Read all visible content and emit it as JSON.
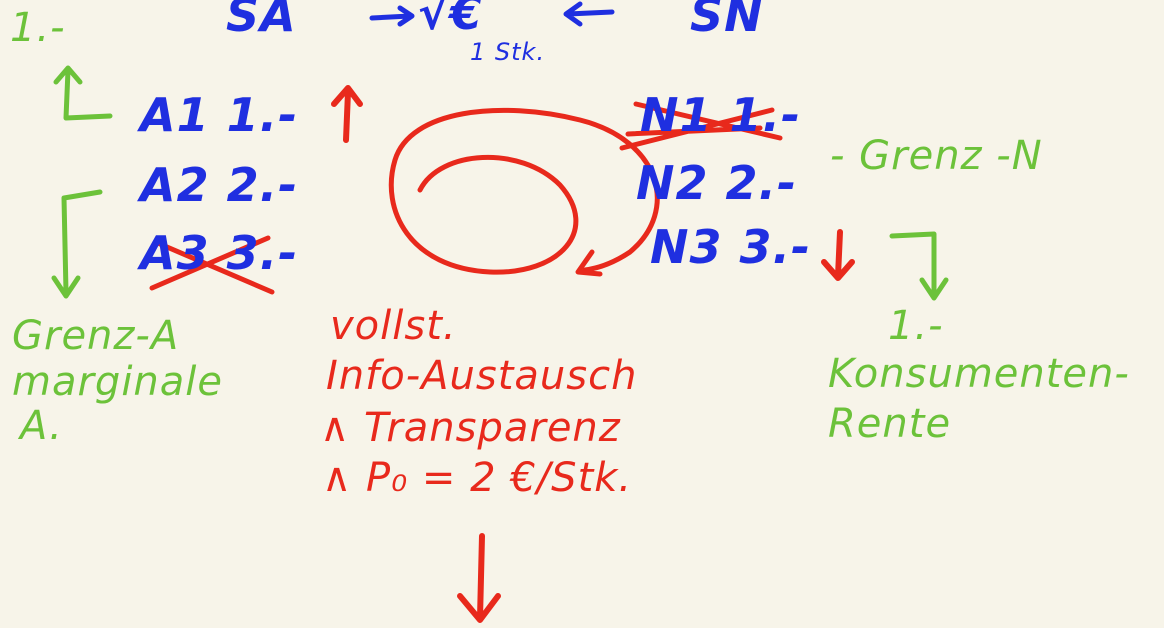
{
  "top": {
    "left_green": "1.-",
    "sa": "SA",
    "sn": "SN",
    "price": "√€",
    "unit": "1 Stk."
  },
  "supply": {
    "a1": "A1 1.-",
    "a2": "A2 2.-",
    "a3": "A3 3.-"
  },
  "demand": {
    "n1": "N1 1.-",
    "n2": "N2 2.-",
    "n3": "N3 3.-",
    "grenz_n": "- Grenz -N"
  },
  "green_left": {
    "line1": "Grenz-A",
    "line2": "marginale",
    "line3": "A."
  },
  "green_right": {
    "line1": "1.-",
    "line2": "Konsumenten-",
    "line3": "Rente"
  },
  "red_block": {
    "line1": "vollst.",
    "line2": "Info-Austausch",
    "line3": "∧ Transparenz",
    "line4": "∧ P₀ = 2 €/Stk."
  },
  "colors": {
    "blue": "#1f2fe0",
    "red": "#e8291c",
    "green": "#6cc23a",
    "paper": "#f7f4e9"
  }
}
